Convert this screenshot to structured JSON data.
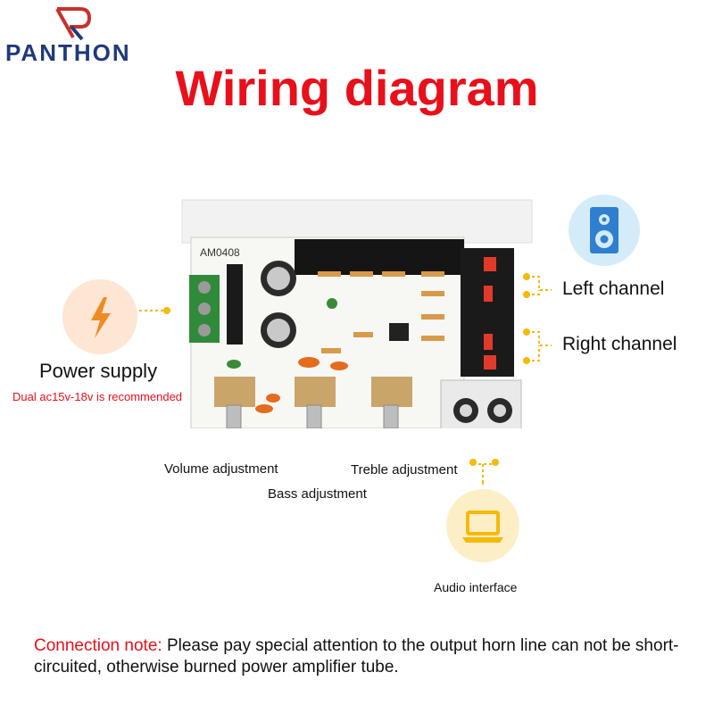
{
  "brand": {
    "name": "PANTHON"
  },
  "title": "Wiring diagram",
  "board": {
    "model_label": "AM0408"
  },
  "power": {
    "title": "Power supply",
    "subtitle": "Dual ac15v-18v is recommended",
    "icon": "lightning-icon"
  },
  "channels": {
    "left": "Left channel",
    "right": "Right channel",
    "icon": "speaker-icon"
  },
  "knobs": {
    "volume": "Volume adjustment",
    "bass": "Bass adjustment",
    "treble": "Treble adjustment"
  },
  "audio": {
    "label": "Audio interface",
    "icon": "laptop-icon"
  },
  "note": {
    "label": "Connection note:",
    "text": "Please pay special attention to the output horn line can not be short-circuited, otherwise burned power amplifier tube."
  },
  "colors": {
    "title_red": "#e8101a",
    "brand_blue": "#1f3a7a",
    "accent_orange": "#f08a24",
    "connector_yellow": "#f5b90a"
  }
}
